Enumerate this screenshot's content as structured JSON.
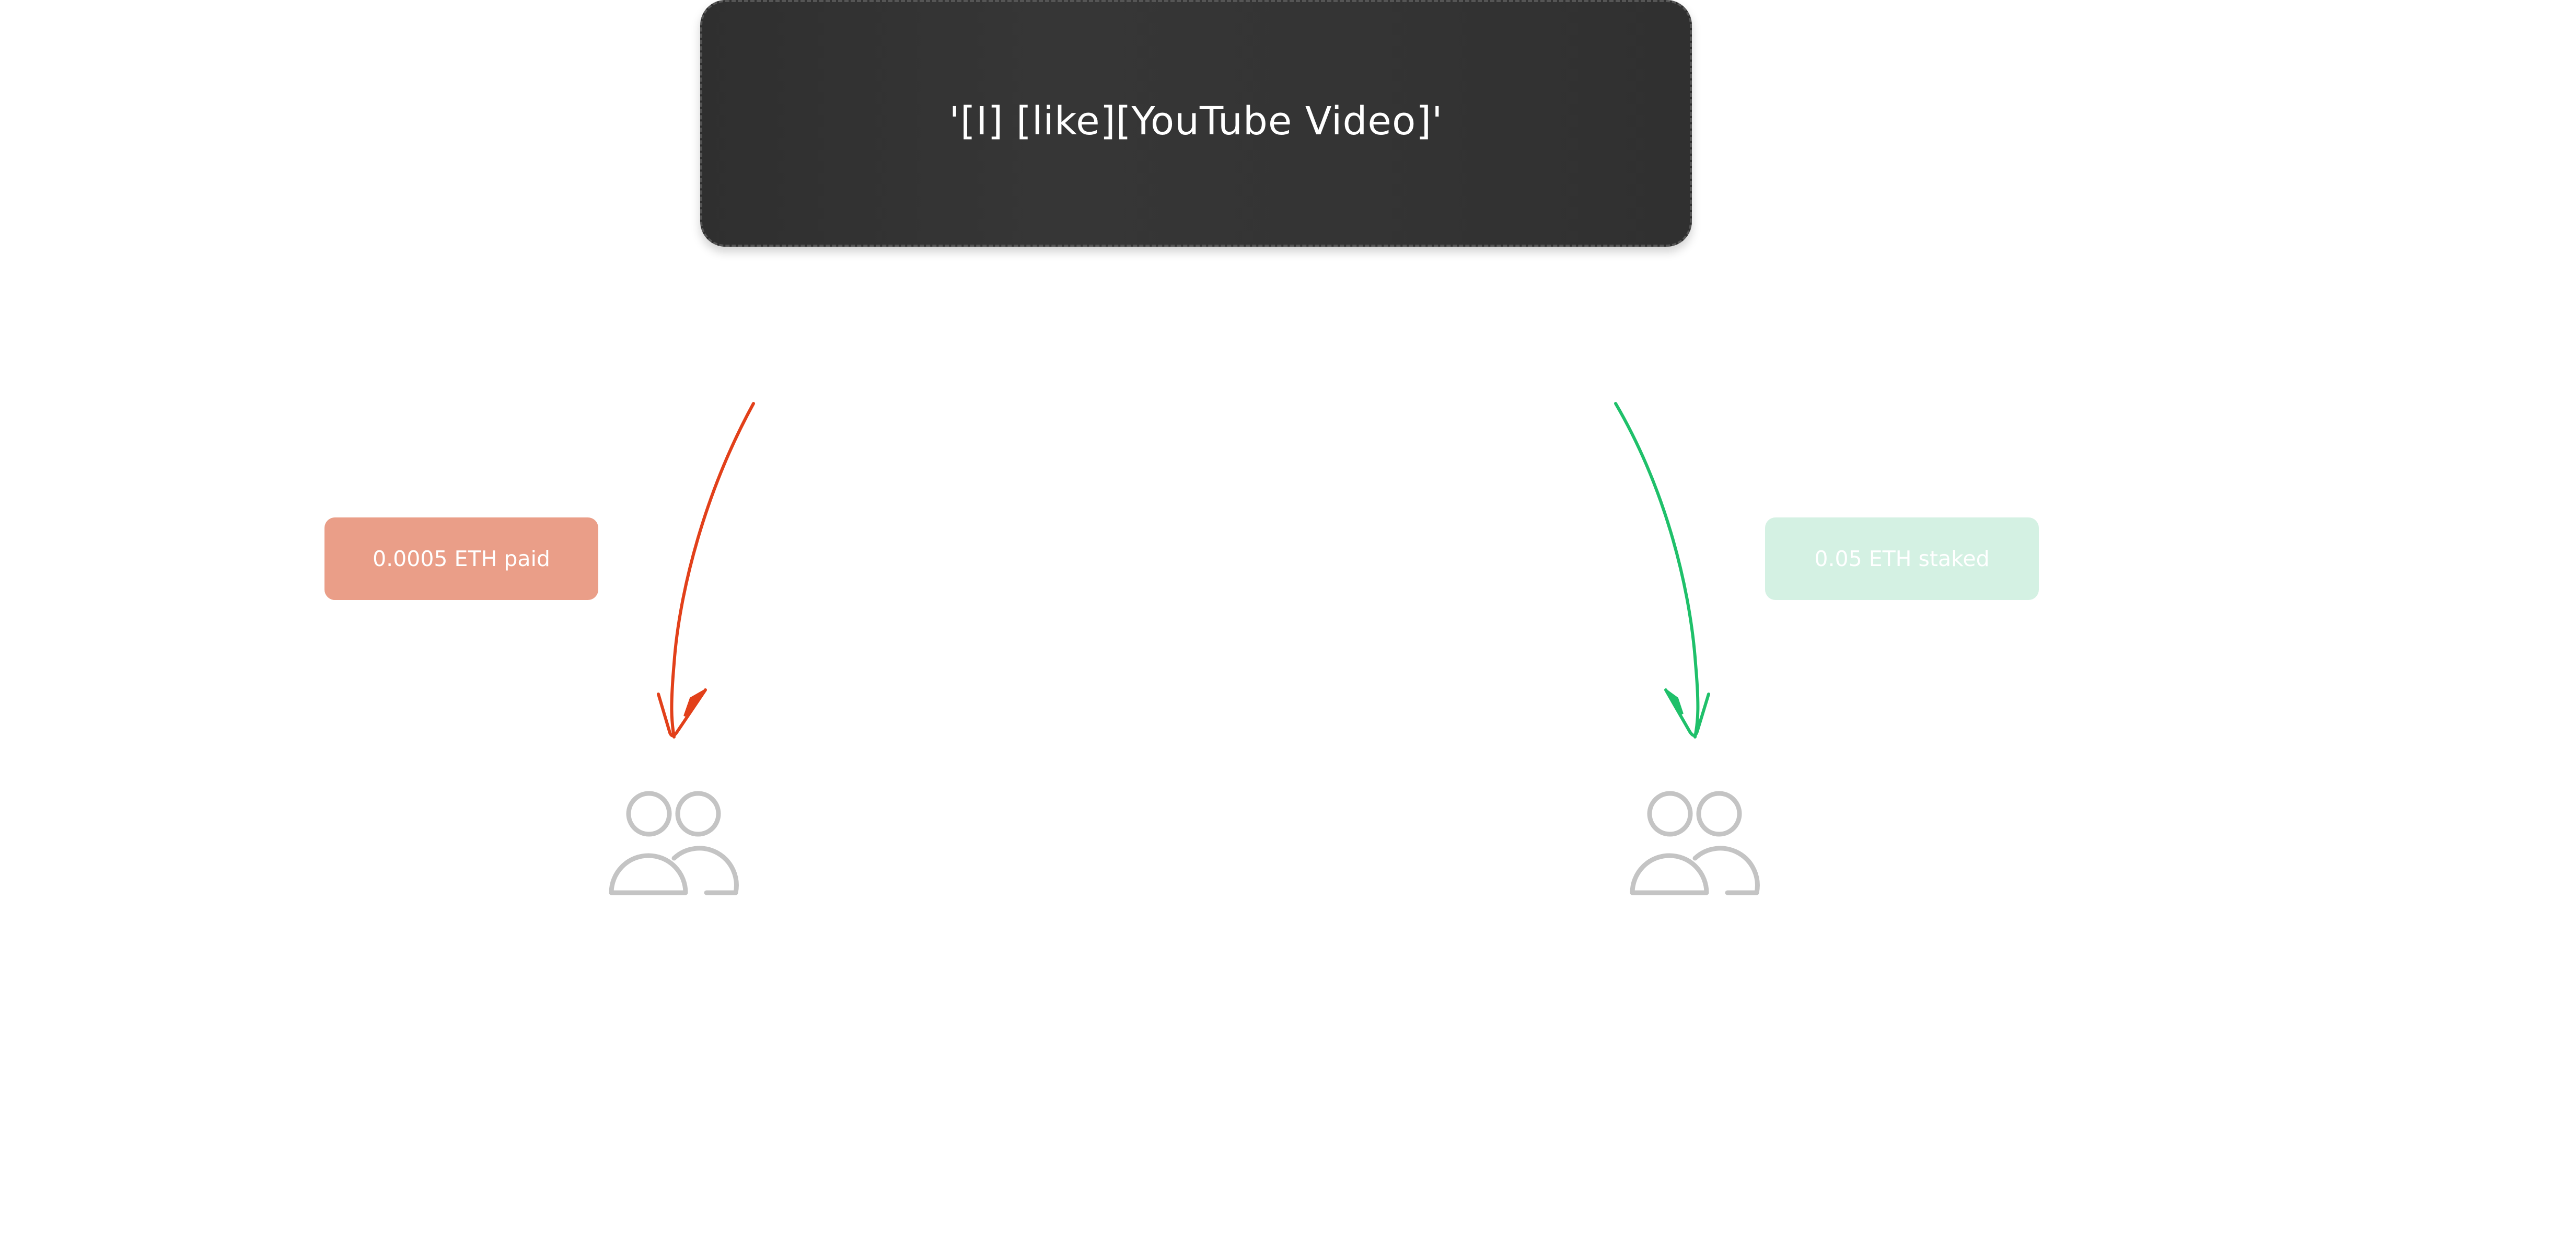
{
  "statement": {
    "text": "'[I] [like][YouTube Video]'"
  },
  "badges": {
    "paid": "0.0005 ETH paid",
    "staked": "0.05 ETH staked"
  },
  "colors": {
    "card_background": "#333333",
    "paid_badge": "#ea9e88",
    "staked_badge": "#d4f1e3",
    "paid_arrow": "#e2401a",
    "staked_arrow": "#1fc06a",
    "group_icon": "#c4c4c4"
  },
  "icons": {
    "left_group": "users-group-icon",
    "right_group": "users-group-icon"
  }
}
